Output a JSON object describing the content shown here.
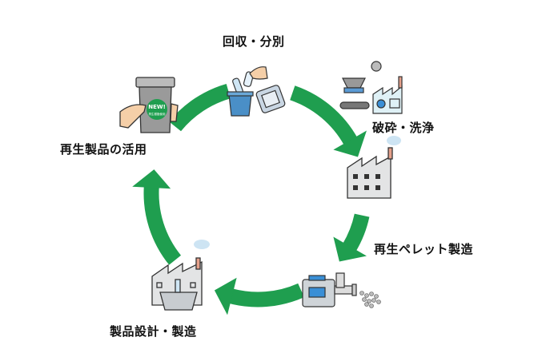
{
  "colors": {
    "arrow": "#1f9e4f",
    "factory": "#e3e4e5",
    "outline": "#333333"
  },
  "steps": [
    {
      "label": "回収・分別",
      "icon": "recycling-bin-bottles-icon"
    },
    {
      "label": "破砕・洗浄",
      "icon": "crusher-factory-icon"
    },
    {
      "label": "再生ペレット製造",
      "icon": "factory-icon"
    },
    {
      "label": "製品設計・製造",
      "icon": "extruder-pellets-icon"
    },
    {
      "label": "再生製品の活用",
      "icon": "factory-product-icon"
    }
  ],
  "product_badge": {
    "text": "NEW!",
    "subtext": "再生樹脂使用"
  }
}
